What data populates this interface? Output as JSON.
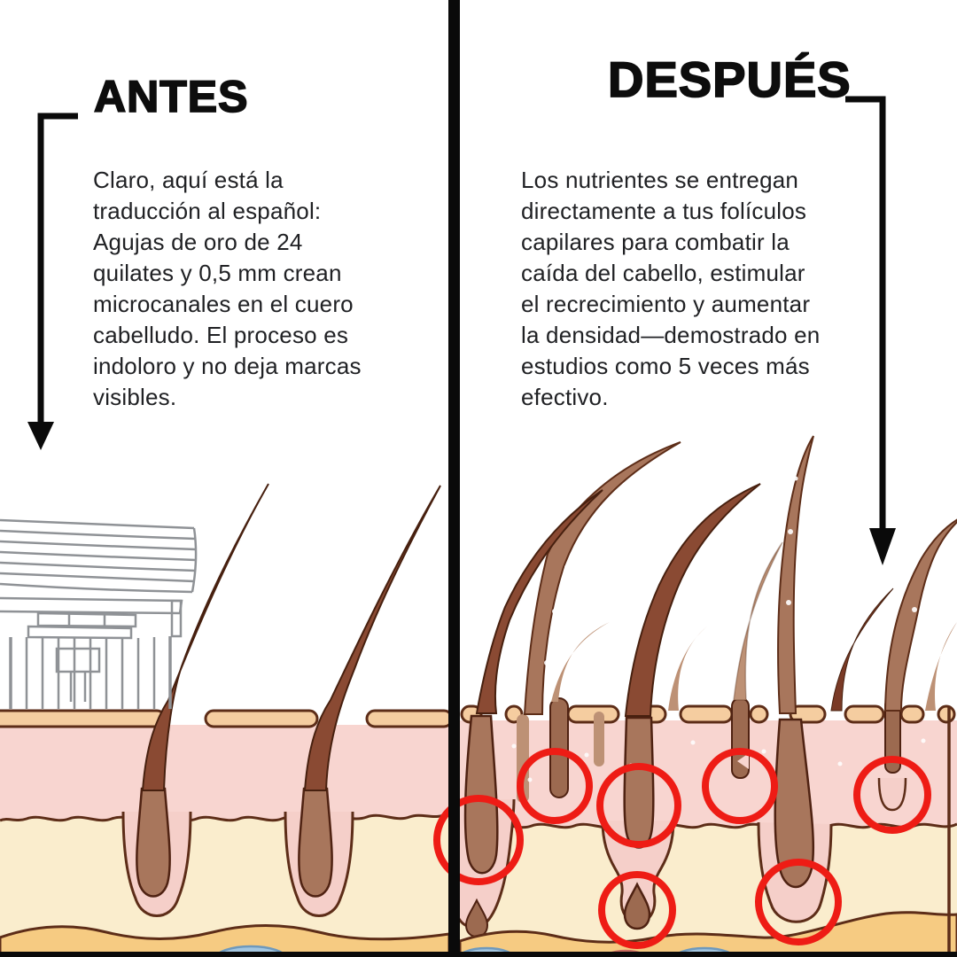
{
  "colors": {
    "highlight_red": "#ee1c15",
    "divider_black": "#0a0a0a",
    "text_dark": "#202124",
    "title_black": "#0d0d0d",
    "skin_pink": "#f8d5d0",
    "skin_cream": "#faedcd",
    "skin_tan_strip": "#f5cda0",
    "hypodermis_tan": "#f6cb82",
    "outline_brown": "#5d2d18",
    "hair_dark": "#8a4a33",
    "hair_medium": "#a8765c",
    "hair_light": "#bd9175",
    "vessel_blue": "#a3c6e0",
    "device_gray": "#8f9296"
  },
  "panels": {
    "before": {
      "title": "ANTES",
      "description": "Claro, aquí está la\ntraducción al español:\nAgujas de oro de 24\nquilates y 0,5 mm crean\nmicrocanales en el cuero\ncabelludo. El proceso es\nindoloro y no deja marcas\nvisibles."
    },
    "after": {
      "title": "DESPUÉS",
      "description": "Los nutrientes se entregan\ndirectamente a tus folículos\ncapilares para combatir la\ncaída del cabello, estimular\nel recrecimiento y aumentar\nla densidad—demostrado en\nestudios como 5 veces más\nefectivo."
    }
  },
  "illustration": {
    "type": "skin-cross-section-before-after",
    "before_side": {
      "device": "microneedle-stamp",
      "follicle_count": 2
    },
    "after_side": {
      "highlight_circle_count": 7
    }
  }
}
